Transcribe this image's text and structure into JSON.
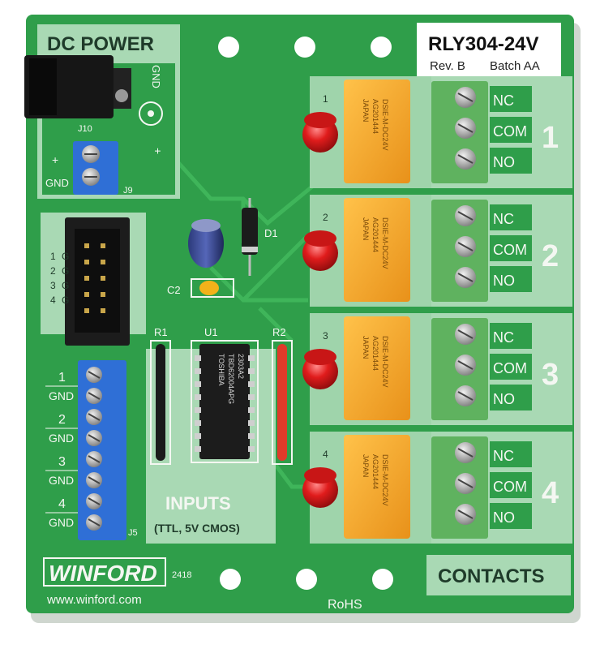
{
  "board": {
    "model": "RLY304-24V",
    "rev": "Rev. B",
    "batch": "Batch AA",
    "dc_power": "DC POWER",
    "gnd_top": "GND",
    "plus_top": "+",
    "j10": "J10",
    "j9": "J9",
    "j9_plus": "+",
    "j9_gnd": "GND",
    "d1": "D1",
    "c2": "C2",
    "r1": "R1",
    "r2": "R2",
    "u1": "U1",
    "j5": "J5",
    "inputs_title": "INPUTS",
    "inputs_sub": "(TTL, 5V CMOS)",
    "contacts": "CONTACTS",
    "rohs": "RoHS",
    "logo": "WINFORD",
    "website": "www.winford.com",
    "date_code": "2418"
  },
  "header_pins": [
    "1",
    "2",
    "3",
    "4",
    "G",
    "G",
    "G",
    "G"
  ],
  "input_terminals": [
    "1",
    "GND",
    "2",
    "GND",
    "3",
    "GND",
    "4",
    "GND"
  ],
  "relays": [
    {
      "num": "1",
      "led": "1",
      "nc": "NC",
      "com": "COM",
      "no": "NO"
    },
    {
      "num": "2",
      "led": "2",
      "nc": "NC",
      "com": "COM",
      "no": "NO"
    },
    {
      "num": "3",
      "led": "3",
      "nc": "NC",
      "com": "COM",
      "no": "NO"
    },
    {
      "num": "4",
      "led": "4",
      "nc": "NC",
      "com": "COM",
      "no": "NO"
    }
  ],
  "relay_print": [
    "DSIE-M-DC24V",
    "AG201444",
    "JAPAN"
  ],
  "ic_print": [
    "TOSHIBA",
    "TBD62004APG",
    "2303A2"
  ],
  "colors": {
    "pcb": "#2f9e4a",
    "silk_panel": "#a9d9b4",
    "relay": "#f5a623",
    "terminal_green": "#5fb25f",
    "terminal_blue": "#2f6fd6",
    "led": "#d81818"
  }
}
